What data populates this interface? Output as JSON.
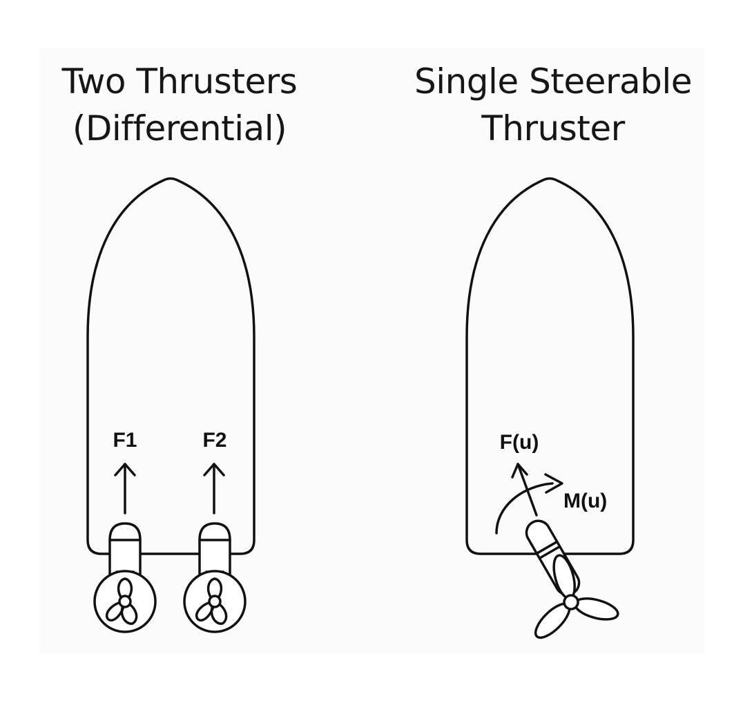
{
  "left_panel": {
    "title_line1": "Two Thrusters",
    "title_line2": "(Differential)",
    "force_label_1": "F1",
    "force_label_2": "F2"
  },
  "right_panel": {
    "title_line1": "Single Steerable",
    "title_line2": "Thruster",
    "force_label": "F(u)",
    "moment_label": "M(u)"
  },
  "colors": {
    "stroke": "#111111",
    "background": "#ffffff",
    "panel": "#fbfbfb"
  }
}
